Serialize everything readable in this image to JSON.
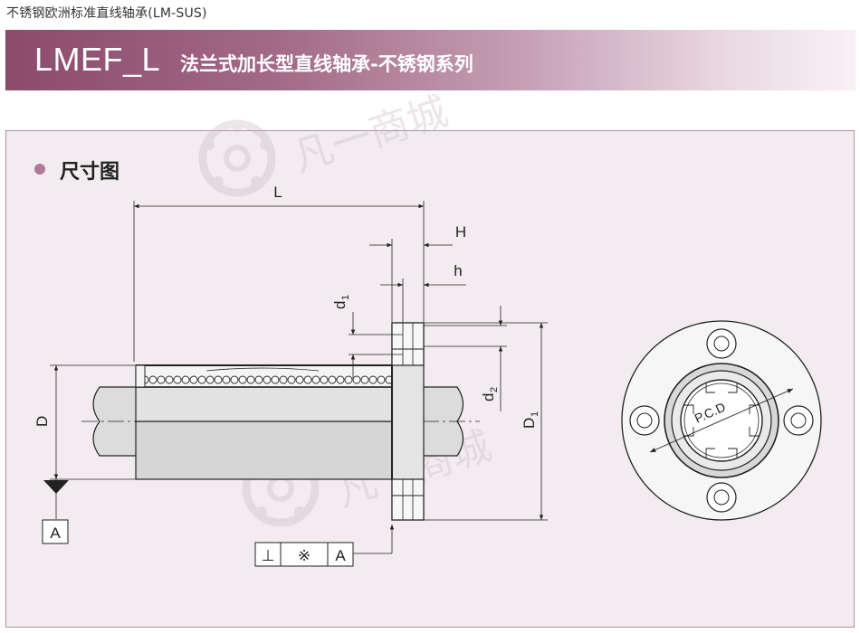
{
  "header": {
    "caption": "不锈钢欧洲标准直线轴承(LM-SUS)",
    "model_code": "LMEF_L",
    "title": "法兰式加长型直线轴承-不锈钢系列"
  },
  "section": {
    "title": "尺寸图"
  },
  "dimensions": {
    "L": "L",
    "H": "H",
    "h": "h",
    "d1": "d",
    "d1_sub": "1",
    "d2": "d",
    "d2_sub": "2",
    "D": "D",
    "D1": "D",
    "D1_sub": "1",
    "datum": "A",
    "pcd": "P.C.D"
  },
  "tolerance_frame": {
    "symbol": "⊥",
    "mark": "※",
    "datum": "A"
  },
  "watermark": "凡一商城",
  "colors": {
    "banner_start": "#8c4a6c",
    "banner_end": "#f8f1f5",
    "panel_bg": "#f2ecf0",
    "panel_border": "#b68a9f",
    "bullet": "#b07a97"
  }
}
